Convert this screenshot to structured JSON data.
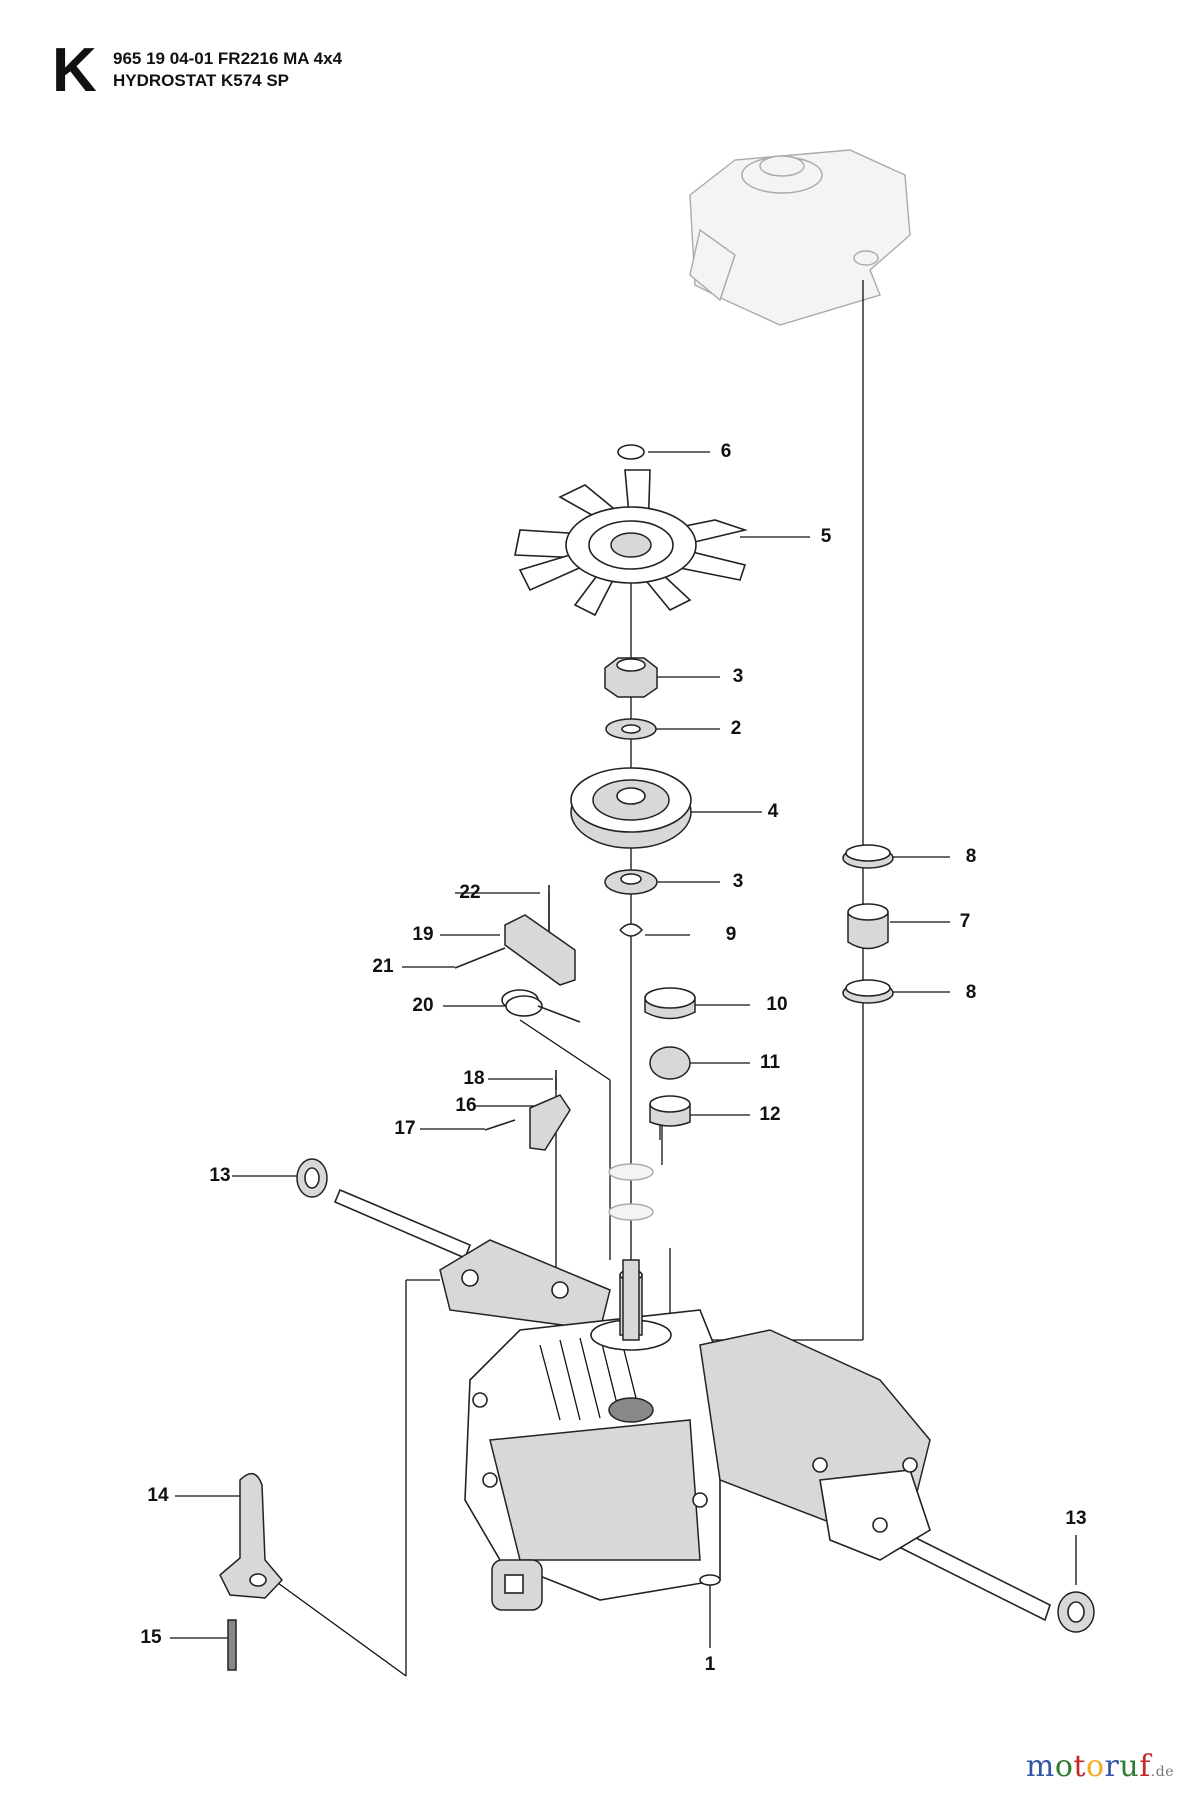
{
  "header": {
    "sheet_letter": "K",
    "line1": "965 19 04-01 FR2216 MA 4x4",
    "line2": "HYDROSTAT K574 SP"
  },
  "callouts": [
    "6",
    "5",
    "3",
    "2",
    "4",
    "3",
    "8",
    "7",
    "8",
    "22",
    "19",
    "21",
    "20",
    "9",
    "10",
    "11",
    "12",
    "18",
    "16",
    "17",
    "13",
    "13",
    "14",
    "15",
    "1"
  ],
  "watermark": {
    "letters": [
      "m",
      "o",
      "t",
      "o",
      "r",
      "u",
      "f"
    ],
    "letter_colors": [
      "#3355aa",
      "#2e7d32",
      "#c62828",
      "#f9a825",
      "#3355aa",
      "#2e7d32",
      "#c62828"
    ],
    "domain": ".de"
  }
}
